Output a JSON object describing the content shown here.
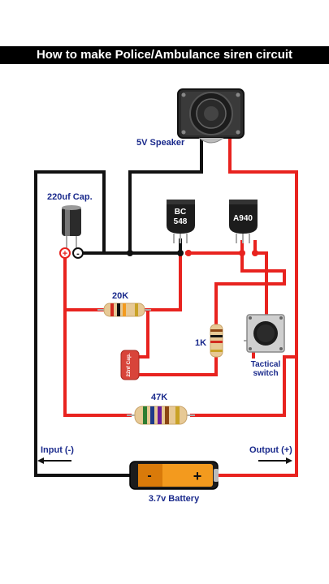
{
  "title": "How to make Police/Ambulance siren circuit",
  "labels": {
    "speaker": "5V Speaker",
    "capacitor_220": "220uf Cap.",
    "transistor_bc": "BC 548",
    "transistor_bc_line1": "BC",
    "transistor_bc_line2": "548",
    "transistor_a": "A940",
    "resistor_20k": "20K",
    "resistor_1k": "1K",
    "capacitor_22nf": "22nf Cap.",
    "switch_line1": "Tactical",
    "switch_line2": "switch",
    "resistor_47k": "47K",
    "input": "Input (-)",
    "output": "Output (+)",
    "battery": "3.7v Battery",
    "battery_minus": "-",
    "battery_plus": "+",
    "cap_minus": "-",
    "cap_plus": "+"
  },
  "colors": {
    "wire_red": "#e8231f",
    "wire_black": "#111111",
    "label_blue": "#1a2a8c",
    "battery_orange": "#f39a1e"
  }
}
